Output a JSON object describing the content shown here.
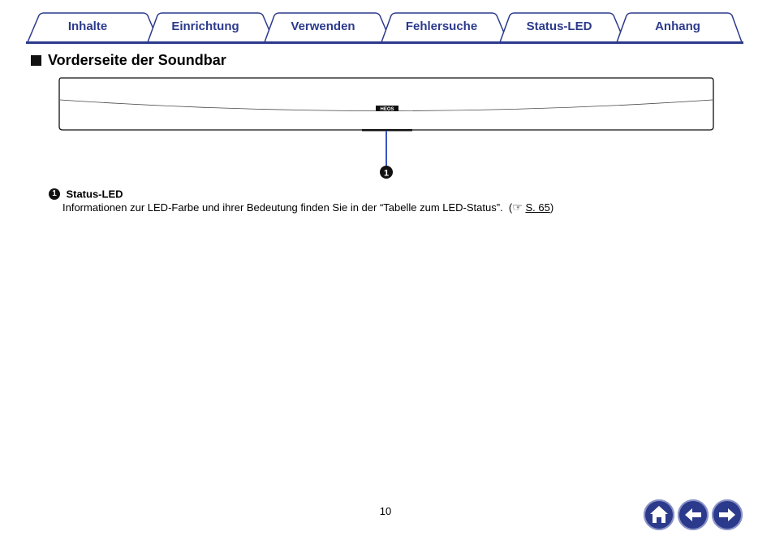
{
  "tabs": [
    {
      "label": "Inhalte"
    },
    {
      "label": "Einrichtung"
    },
    {
      "label": "Verwenden"
    },
    {
      "label": "Fehlersuche"
    },
    {
      "label": "Status-LED"
    },
    {
      "label": "Anhang"
    }
  ],
  "section": {
    "title": "Vorderseite der Soundbar"
  },
  "figure": {
    "logo_text": "HEOS",
    "callout_number": "1"
  },
  "items": [
    {
      "number": "1",
      "title": "Status-LED",
      "description": "Informationen zur LED-Farbe und ihrer Bedeutung finden Sie in der “Tabelle zum LED-Status”.",
      "reference_icon": "pointing-hand-icon",
      "reference_text": "S. 65"
    }
  ],
  "page_number": "10",
  "nav": {
    "home_icon": "home-icon",
    "back_icon": "arrow-left-icon",
    "forward_icon": "arrow-right-icon"
  },
  "colors": {
    "accent": "#2c3a8c",
    "tab_border": "#2c3a8c"
  }
}
